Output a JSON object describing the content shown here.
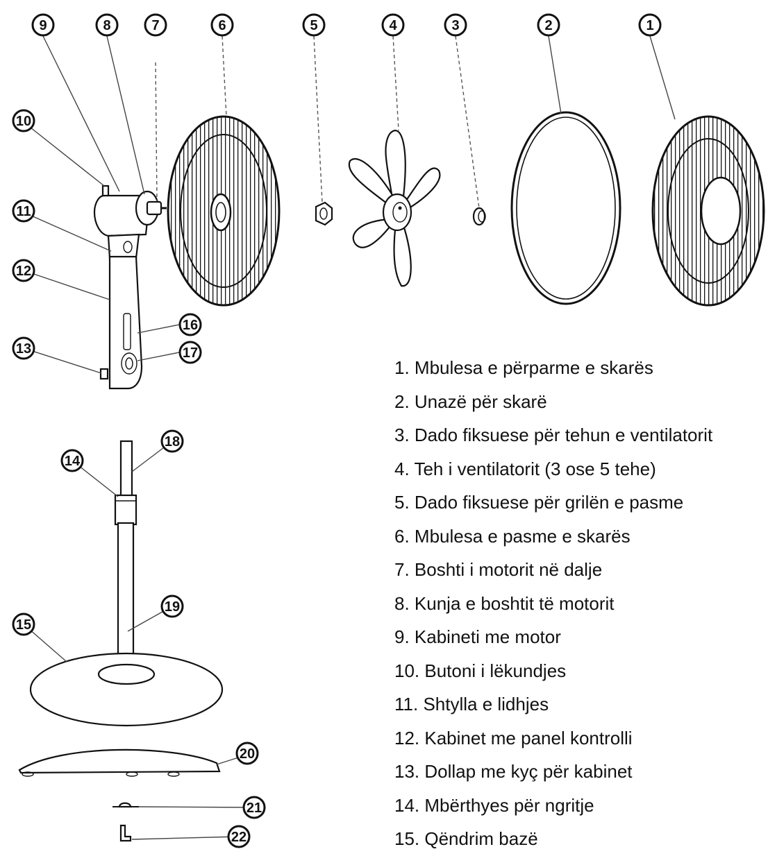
{
  "callouts": [
    "1",
    "2",
    "3",
    "4",
    "5",
    "6",
    "7",
    "8",
    "9",
    "10",
    "11",
    "12",
    "13",
    "14",
    "15",
    "16",
    "17",
    "18",
    "19",
    "20",
    "21",
    "22"
  ],
  "legend": [
    "1. Mbulesa e përparme e skarës",
    "2. Unazë për skarë",
    "3. Dado fiksuese për tehun e ventilatorit",
    "4. Teh i ventilatorit (3 ose 5 tehe)",
    "5. Dado fiksuese për grilën e pasme",
    "6. Mbulesa e pasme e skarës",
    "7. Boshti i motorit në dalje",
    "8. Kunja e boshtit të motorit",
    "9. Kabineti me motor",
    "10. Butoni i lëkundjes",
    "11. Shtylla e lidhjes",
    "12. Kabinet me panel kontrolli",
    "13. Dollap me kyç për kabinet",
    "14. Mbërthyes për ngritje",
    "15. Qëndrim bazë"
  ]
}
